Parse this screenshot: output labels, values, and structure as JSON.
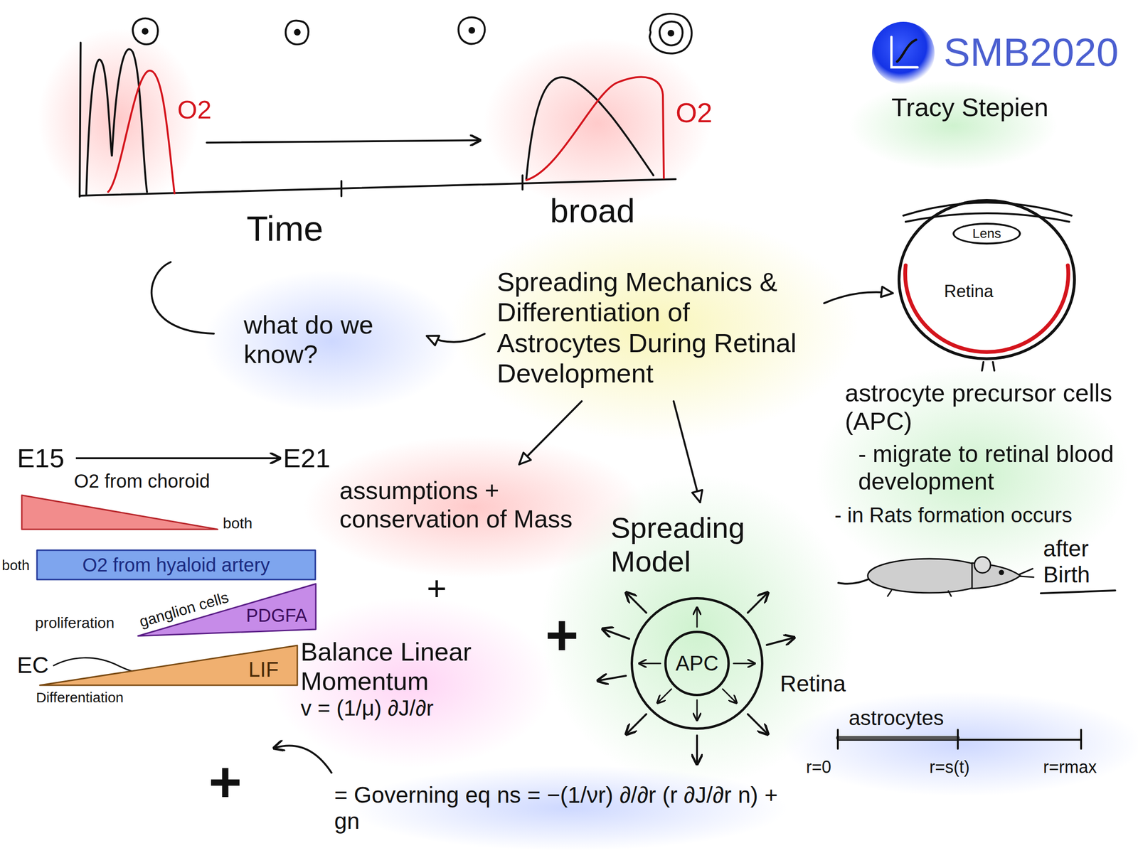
{
  "diagram": {
    "nodes": [
      {
        "text": [
          "Spreading Mechanics & Differentiation of Astrocytes During Retinal Development"
        ]
      },
      {
        "text": [
          "what do we know?"
        ]
      },
      {
        "text": [
          "assumptions + conservation of Mass"
        ]
      },
      {
        "text": [
          "Balance Linear Momentum",
          "v = (1/μ) ∂J/∂r"
        ]
      },
      {
        "text": [
          "Spreading Model"
        ]
      },
      {
        "text": [
          "Retina"
        ]
      },
      {
        "text": [
          "APC"
        ],
        "in": 5
      },
      {
        "text": [
          "Retina"
        ]
      },
      {
        "text": [
          "Lens"
        ],
        "in": 7
      },
      {
        "text": [
          "O2 from choroid"
        ]
      },
      {
        "text": [
          "O2 from hyaloid artery"
        ]
      },
      {
        "text": [
          "PDGFA"
        ]
      },
      {
        "text": [
          "LIF"
        ]
      }
    ],
    "edges": [
      {
        "from": 0,
        "to": 1,
        "arrow": "to"
      },
      {
        "from": 0,
        "to": 2,
        "arrow": "to"
      },
      {
        "from": 0,
        "to": 4,
        "arrow": "to"
      },
      {
        "from": 0,
        "to": 7,
        "arrow": "to"
      }
    ],
    "labels": [
      "O2",
      "Time",
      "broad",
      "O2",
      "SMB2020",
      "Tracy Stepien",
      "E15",
      "E21",
      "both",
      "both",
      "proliferation",
      "ganglion cells",
      "EC",
      "Differentiation",
      "+",
      "+",
      "+",
      "= Governing eq ns = −(1/νr) ∂/∂r (r ∂J/∂r n) + gn",
      "astrocyte precursor cells (APC)",
      "- migrate to retinal blood development",
      "- in Rats formation occurs",
      "after Birth",
      "astrocytes",
      "r=0",
      "r=s(t)",
      "r=rmax"
    ]
  }
}
